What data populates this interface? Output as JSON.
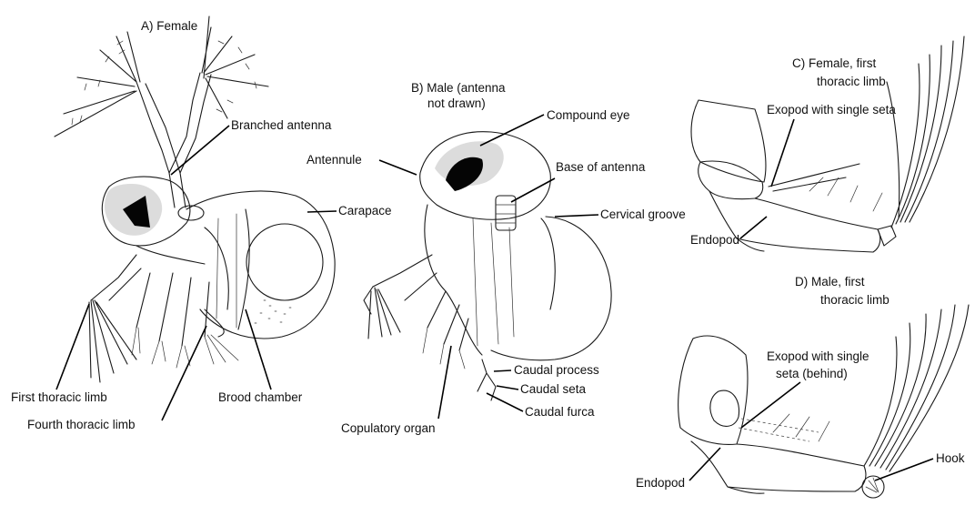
{
  "panels": {
    "a_title": "A) Female",
    "b_title_line1": "B) Male (antenna",
    "b_title_line2": "not drawn)",
    "c_title_line1": "C) Female, first",
    "c_title_line2": "thoracic limb",
    "d_title_line1": "D) Male, first",
    "d_title_line2": "thoracic limb"
  },
  "labels_a": {
    "branched_antenna": "Branched antenna",
    "carapace": "Carapace",
    "first_thoracic_limb": "First thoracic limb",
    "brood_chamber": "Brood chamber",
    "fourth_thoracic_limb": "Fourth thoracic limb"
  },
  "labels_b": {
    "compound_eye": "Compound eye",
    "antennule": "Antennule",
    "base_of_antenna": "Base of antenna",
    "cervical_groove": "Cervical groove",
    "caudal_process": "Caudal process",
    "caudal_seta": "Caudal seta",
    "caudal_furca": "Caudal furca",
    "copulatory_organ": "Copulatory organ"
  },
  "labels_c": {
    "exopod": "Exopod with single seta",
    "endopod": "Endopod"
  },
  "labels_d": {
    "exopod_line1": "Exopod with single",
    "exopod_line2": "seta (behind)",
    "endopod": "Endopod",
    "hook": "Hook"
  }
}
